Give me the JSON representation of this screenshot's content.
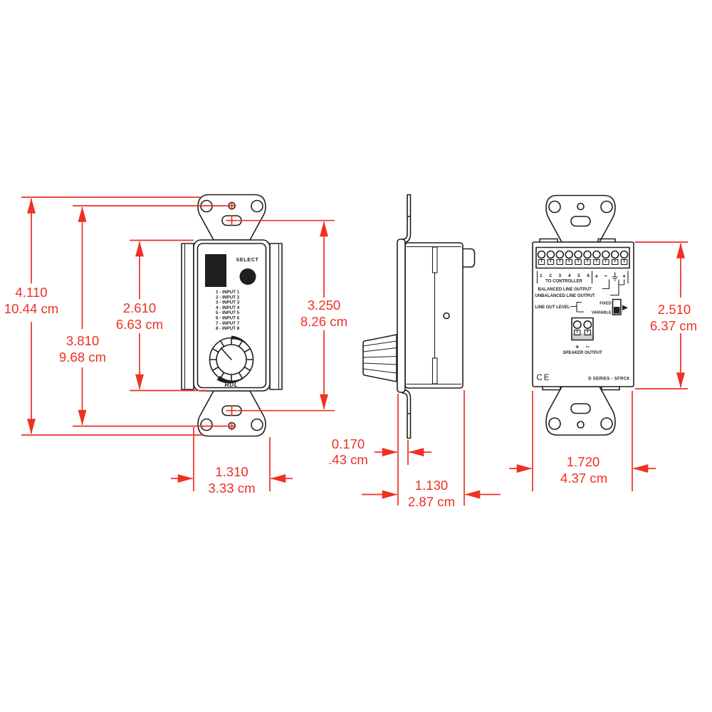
{
  "meta": {
    "drawing_type": "mechanical dimension drawing, 3 views",
    "ink_color": "#1f1f1f",
    "dimension_color": "#ee3124",
    "background_color": "#ffffff"
  },
  "front_view": {
    "select_label": "SELECT",
    "inputs": [
      "1 - INPUT 1",
      "2 - INPUT 2",
      "3 - INPUT 3",
      "4 - INPUT 4",
      "5 - INPUT 5",
      "6 - INPUT 6",
      "7 - INPUT 7",
      "8 - INPUT 8"
    ],
    "brand": "RDL"
  },
  "back_view": {
    "terminal_numbers": "1 2 3 4 5 6",
    "to_controller": "TO CONTROLLER",
    "plus": "+",
    "minus": "−",
    "balanced": "BALANCED LINE OUTPUT",
    "unbalanced": "UNBALANCED LINE OUTPUT",
    "line_out_level": "LINE OUT LEVEL",
    "fixed": "FIXED",
    "variable": "VARIABLE",
    "speaker_output": "SPEAKER OUTPUT",
    "ce_mark": "CE",
    "model": "D SERIES - SFRC8"
  },
  "dimensions": {
    "overall_height": {
      "in": "4.110",
      "cm": "10.44 cm"
    },
    "screw_spacing": {
      "in": "3.810",
      "cm": "9.68 cm"
    },
    "plate_height": {
      "in": "2.610",
      "cm": "6.63 cm"
    },
    "slot_spacing": {
      "in": "3.250",
      "cm": "8.26 cm"
    },
    "insert_width": {
      "in": "1.310",
      "cm": "3.33 cm"
    },
    "plate_thickness": {
      "in": "0.170",
      "cm": ".43 cm"
    },
    "chassis_depth": {
      "in": "1.130",
      "cm": "2.87 cm"
    },
    "chassis_width": {
      "in": "1.720",
      "cm": "4.37 cm"
    },
    "chassis_height": {
      "in": "2.510",
      "cm": "6.37 cm"
    }
  }
}
